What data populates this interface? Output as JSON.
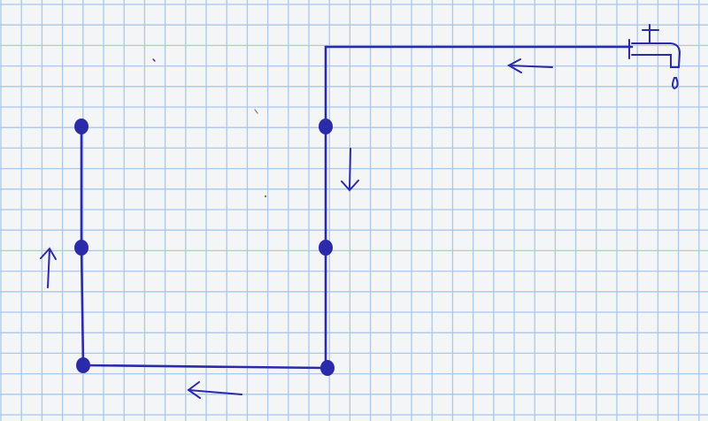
{
  "diagram": {
    "description_free": true,
    "grid_color": "#a9c8ea",
    "ink_color": "#2b2aa8",
    "nodes": [
      {
        "id": "n1"
      },
      {
        "id": "n2"
      },
      {
        "id": "n3"
      },
      {
        "id": "n4"
      },
      {
        "id": "n5"
      },
      {
        "id": "n6"
      }
    ],
    "flow_arrows": [
      {
        "id": "arrow-top",
        "direction": "left"
      },
      {
        "id": "arrow-right-column",
        "direction": "down"
      },
      {
        "id": "arrow-bottom",
        "direction": "left"
      },
      {
        "id": "arrow-left-column",
        "direction": "up"
      }
    ],
    "source_icon": "faucet-icon"
  }
}
